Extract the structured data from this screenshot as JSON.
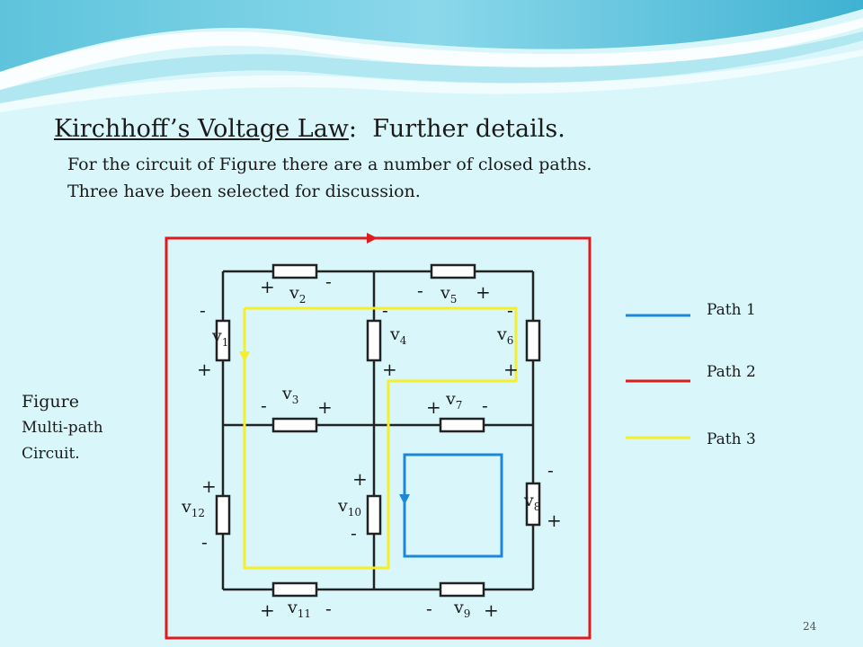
{
  "slide": {
    "title_main": "Kirchhoff’s Voltage Law",
    "title_sep": ":",
    "title_rest": "Further details.",
    "subtitle_line1": "For the circuit of Figure there are a number of closed paths.",
    "subtitle_line2": "Three have been selected for discussion.",
    "page_number": "24",
    "colors": {
      "background": "#d9f7fb",
      "path1": "#1e88d8",
      "path2": "#e01b1b",
      "path3": "#f5ee2a",
      "wire": "#222222"
    }
  },
  "figure": {
    "caption_title": "Figure",
    "caption_line1": "Multi-path",
    "caption_line2": "Circuit."
  },
  "circuit": {
    "voltages": [
      {
        "id": "v1",
        "base": "v",
        "sub": "1",
        "pos_sign": "+",
        "neg_sign": "-"
      },
      {
        "id": "v2",
        "base": "v",
        "sub": "2",
        "pos_sign": "+",
        "neg_sign": "-"
      },
      {
        "id": "v3",
        "base": "v",
        "sub": "3",
        "pos_sign": "+",
        "neg_sign": "-"
      },
      {
        "id": "v4",
        "base": "v",
        "sub": "4",
        "pos_sign": "+",
        "neg_sign": "-"
      },
      {
        "id": "v5",
        "base": "v",
        "sub": "5",
        "pos_sign": "+",
        "neg_sign": "-"
      },
      {
        "id": "v6",
        "base": "v",
        "sub": "6",
        "pos_sign": "+",
        "neg_sign": "-"
      },
      {
        "id": "v7",
        "base": "v",
        "sub": "7",
        "pos_sign": "+",
        "neg_sign": "-"
      },
      {
        "id": "v8",
        "base": "v",
        "sub": "8",
        "pos_sign": "+",
        "neg_sign": "-"
      },
      {
        "id": "v9",
        "base": "v",
        "sub": "9",
        "pos_sign": "+",
        "neg_sign": "-"
      },
      {
        "id": "v10",
        "base": "v",
        "sub": "10",
        "pos_sign": "+",
        "neg_sign": "-"
      },
      {
        "id": "v11",
        "base": "v",
        "sub": "11",
        "pos_sign": "+",
        "neg_sign": "-"
      },
      {
        "id": "v12",
        "base": "v",
        "sub": "12",
        "pos_sign": "+",
        "neg_sign": "-"
      }
    ]
  },
  "legend": [
    {
      "label": "Path 1",
      "color": "#1e88d8"
    },
    {
      "label": "Path 2",
      "color": "#e01b1b"
    },
    {
      "label": "Path 3",
      "color": "#f5ee2a"
    }
  ]
}
